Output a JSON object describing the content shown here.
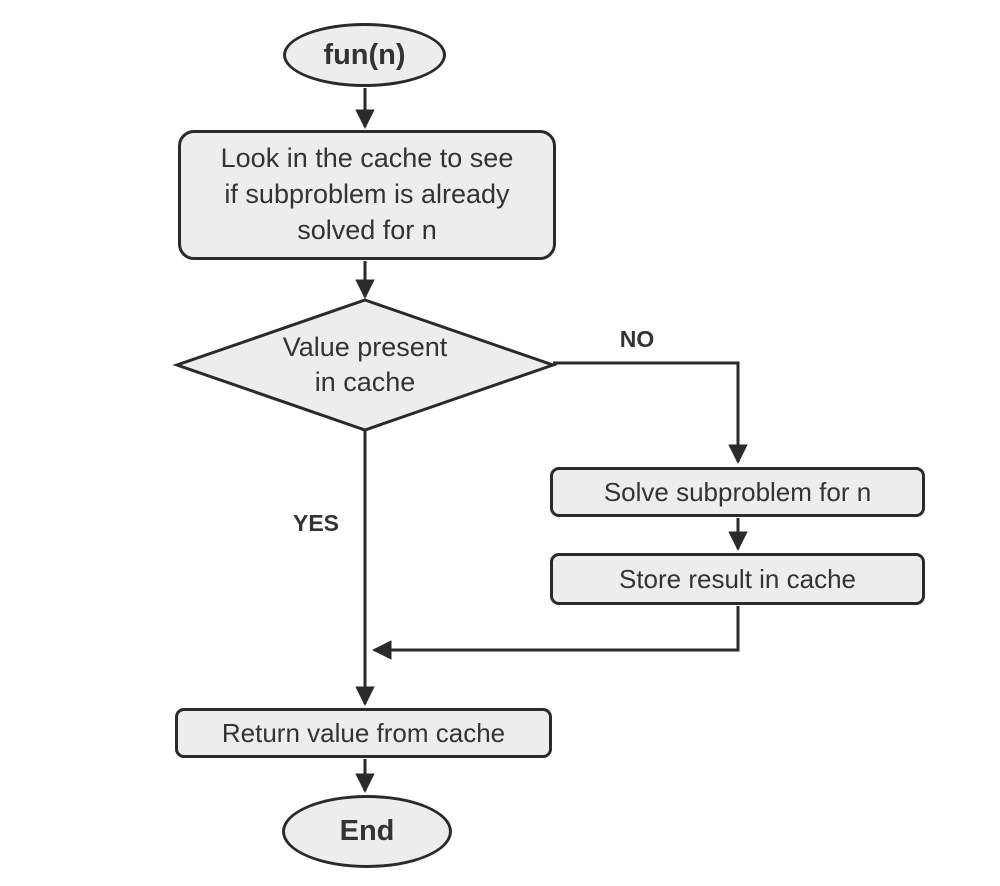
{
  "flowchart": {
    "nodes": {
      "start": "fun(n)",
      "lookup": "Look in the cache to see\nif subproblem is already\nsolved for n",
      "decision": "Value present\nin cache",
      "solve": "Solve subproblem for n",
      "store": "Store result in cache",
      "return_value": "Return value from cache",
      "end": "End"
    },
    "edge_labels": {
      "no": "NO",
      "yes": "YES"
    },
    "colors": {
      "node_fill": "#ededed",
      "stroke": "#2a2a2a",
      "text": "#333333",
      "background": "#ffffff"
    }
  }
}
